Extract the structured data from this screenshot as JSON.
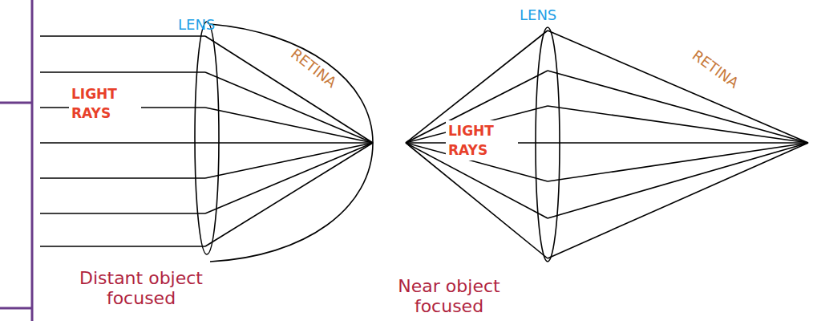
{
  "diagram": {
    "labels": [
      "LENS",
      "RETINA",
      "LIGHT RAYS",
      "Distant object focused",
      "LENS",
      "RETINA",
      "LIGHT RAYS",
      "Near object focused"
    ]
  }
}
